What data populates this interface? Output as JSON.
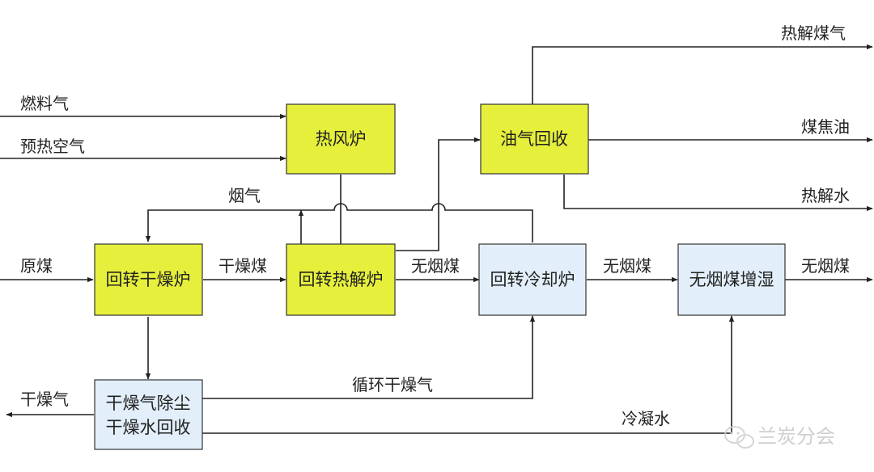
{
  "colors": {
    "process_fill_yellow": "#e6f03c",
    "process_fill_blue": "#e2eef9",
    "line": "#222222",
    "watermark": "#cfcfcf"
  },
  "boxes": {
    "hot_air_furnace": "热风炉",
    "oil_gas_recovery": "油气回收",
    "rotary_dryer": "回转干燥炉",
    "rotary_pyrolysis": "回转热解炉",
    "rotary_cooler": "回转冷却炉",
    "anthracite_humidify": "无烟煤增湿",
    "dust_removal_line1": "干燥气除尘",
    "dust_removal_line2": "干燥水回收"
  },
  "labels": {
    "fuel_gas": "燃料气",
    "preheated_air": "预热空气",
    "flue_gas": "烟气",
    "raw_coal": "原煤",
    "dry_coal": "干燥煤",
    "smokeless_coal_1": "无烟煤",
    "smokeless_coal_2": "无烟煤",
    "smokeless_coal_out": "无烟煤",
    "pyrolysis_gas": "热解煤气",
    "coal_tar": "煤焦油",
    "pyrolysis_water": "热解水",
    "drying_gas_out": "干燥气",
    "circulating_drying_gas": "循环干燥气",
    "condensate_water": "冷凝水"
  },
  "watermark": {
    "icon": "wechat-icon",
    "text": "兰炭分会"
  }
}
